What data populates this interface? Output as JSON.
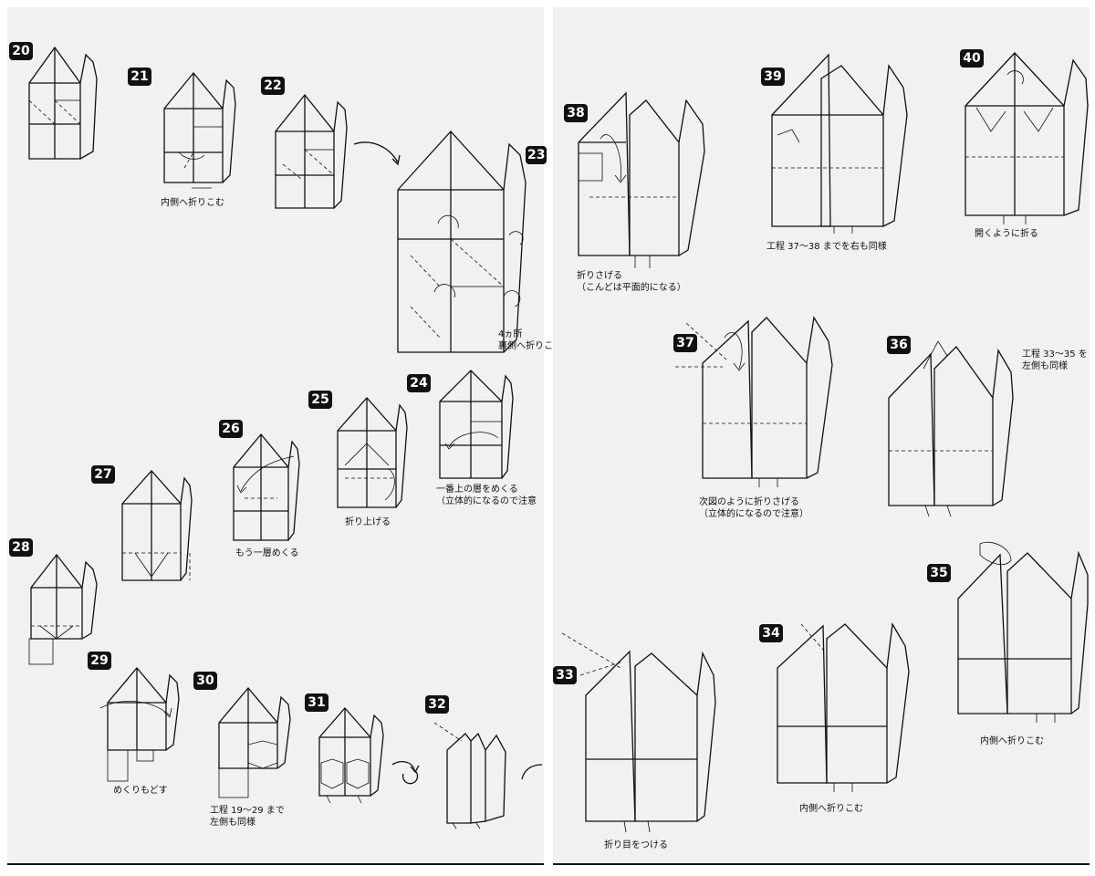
{
  "left_page": {
    "steps": [
      {
        "number": "20",
        "caption": ""
      },
      {
        "number": "21",
        "caption": "内側へ折りこむ"
      },
      {
        "number": "22",
        "caption": ""
      },
      {
        "number": "23",
        "caption": "4ヵ所\n裏側へ折りこ"
      },
      {
        "number": "24",
        "caption": "一番上の層をめくる\n（立体的になるので注意"
      },
      {
        "number": "25",
        "caption": "折り上げる"
      },
      {
        "number": "26",
        "caption": "もう一層めくる"
      },
      {
        "number": "27",
        "caption": ""
      },
      {
        "number": "28",
        "caption": ""
      },
      {
        "number": "29",
        "caption": "めくりもどす"
      },
      {
        "number": "30",
        "caption": "工程 19〜29 まで\n左側も同様"
      },
      {
        "number": "31",
        "caption": ""
      },
      {
        "number": "32",
        "caption": ""
      }
    ]
  },
  "right_page": {
    "steps": [
      {
        "number": "33",
        "caption": "折り目をつける"
      },
      {
        "number": "34",
        "caption": "内側へ折りこむ"
      },
      {
        "number": "35",
        "caption": "内側へ折りこむ"
      },
      {
        "number": "36",
        "caption": "工程 33〜35 を\n左側も同様"
      },
      {
        "number": "37",
        "caption": "次図のように折りさげる\n（立体的になるので注意）"
      },
      {
        "number": "38",
        "caption": "折りさげる\n（こんどは平面的になる）"
      },
      {
        "number": "39",
        "caption": "工程 37〜38 までを右も同様"
      },
      {
        "number": "40",
        "caption": "開くように折る"
      }
    ]
  }
}
